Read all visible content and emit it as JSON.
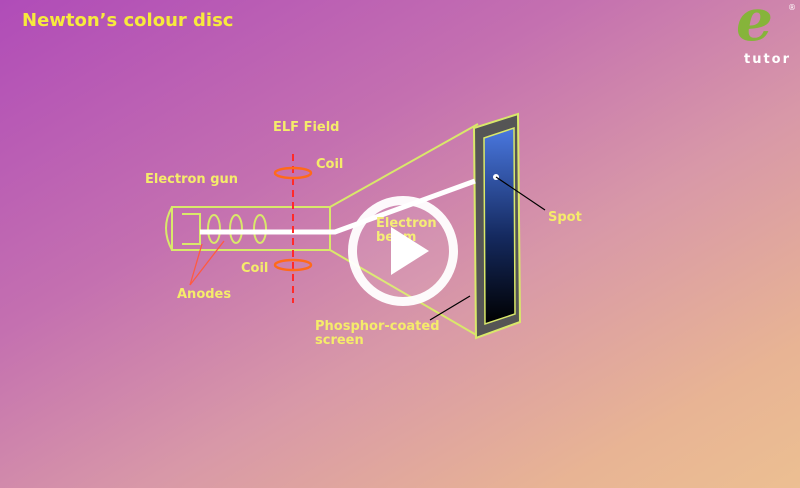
{
  "title": "Newton’s colour disc",
  "logo": {
    "letter": "e",
    "text": "tutor",
    "mark": "®"
  },
  "labels": {
    "elf_field": "ELF Field",
    "coil_top": "Coil",
    "coil_bottom": "Coil",
    "electron_gun": "Electron gun",
    "anodes": "Anodes",
    "electron_beam": "Electron beam",
    "spot": "Spot",
    "screen": "Phosphor-coated screen"
  },
  "player": {
    "play_icon": "play-icon"
  },
  "colors": {
    "title": "#f7ea3c",
    "label": "#f5ec6a",
    "outline": "#d9e86a",
    "coil": "#ff6a1a",
    "field": "#ff2a2a"
  }
}
